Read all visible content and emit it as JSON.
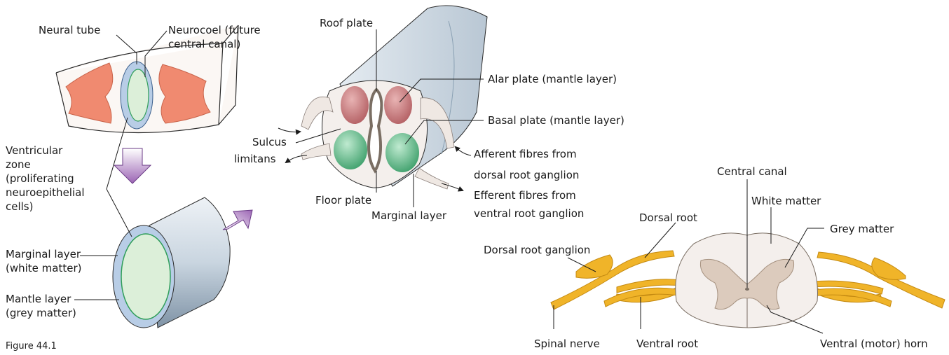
{
  "figure": {
    "caption": "Figure 44.1"
  },
  "panel_neural_tube": {
    "labels": {
      "neural_tube": "Neural tube",
      "neurocoel_line1": "Neurocoel (future",
      "neurocoel_line2": "central canal)",
      "ventricular_line1": "Ventricular",
      "ventricular_line2": "zone",
      "ventricular_line3": "(proliferating",
      "ventricular_line4": "neuroepithelial",
      "ventricular_line5": "cells)",
      "marginal_line1": "Marginal layer",
      "marginal_line2": "(white matter)",
      "mantle_line1": "Mantle layer",
      "mantle_line2": "(grey matter)"
    }
  },
  "panel_development": {
    "labels": {
      "roof_plate": "Roof plate",
      "alar_plate": "Alar plate (mantle layer)",
      "basal_plate": "Basal plate (mantle layer)",
      "sulcus_line1": "Sulcus",
      "sulcus_line2": "limitans",
      "afferent_line1": "Afferent fibres from",
      "afferent_line2": "dorsal root ganglion",
      "efferent_line1": "Efferent fibres from",
      "efferent_line2": "ventral root ganglion",
      "floor_plate": "Floor plate",
      "marginal_layer": "Marginal layer"
    }
  },
  "panel_spinal_cord": {
    "labels": {
      "central_canal": "Central canal",
      "white_matter": "White matter",
      "dorsal_root": "Dorsal root",
      "grey_matter": "Grey matter",
      "dorsal_root_ganglion": "Dorsal root ganglion",
      "spinal_nerve": "Spinal nerve",
      "ventral_root": "Ventral root",
      "ventral_horn": "Ventral (motor) horn"
    }
  },
  "colors": {
    "alar_plate": "#c97f7f",
    "basal_plate": "#5fbf8a",
    "somite": "#f08a70",
    "neural_tube_ring": "#b8cde6",
    "lumen": "#dcefd9",
    "nerve_fibre": "#f0b429",
    "grey_matter": "#dccbbd",
    "white_matter": "#f4efec",
    "arrow_purple": "#9b64b4"
  }
}
